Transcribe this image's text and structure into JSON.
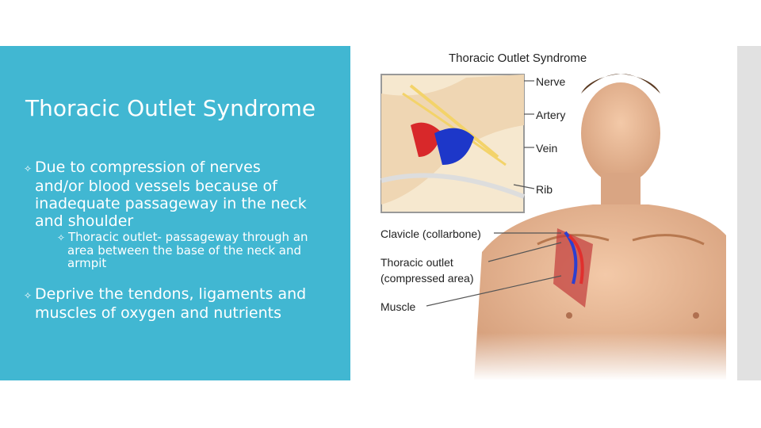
{
  "slide": {
    "title": "Thoracic Outlet Syndrome",
    "bullets": [
      {
        "text": "Due to compression of nerves and/or blood vessels because of inadequate passageway in the neck and shoulder"
      },
      {
        "text": "Thoracic outlet- passageway through an area between the base of the neck and armpit"
      },
      {
        "text": "Deprive the tendons, ligaments and muscles of oxygen and nutrients"
      }
    ],
    "bullet_icon": "star-bullet-icon",
    "accent_color": "#41b7d2"
  },
  "figure": {
    "title": "Thoracic Outlet Syndrome",
    "labels": {
      "nerve": "Nerve",
      "artery": "Artery",
      "vein": "Vein",
      "rib": "Rib",
      "clavicle": "Clavicle (collarbone)",
      "outlet_line1": "Thoracic outlet",
      "outlet_line2": "(compressed area)",
      "muscle": "Muscle"
    }
  }
}
